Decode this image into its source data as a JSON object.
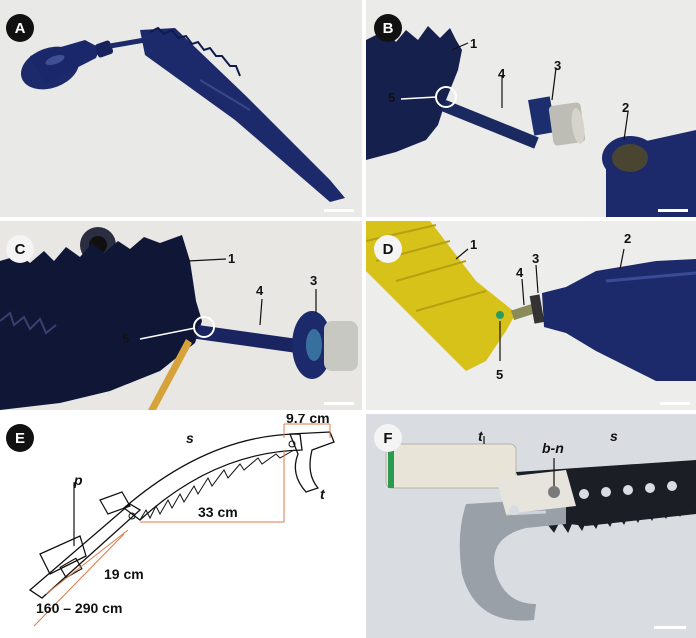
{
  "panels": {
    "A": {
      "letter": "A"
    },
    "B": {
      "letter": "B",
      "callouts": [
        "1",
        "2",
        "3",
        "4",
        "5"
      ]
    },
    "C": {
      "letter": "C",
      "callouts": [
        "1",
        "3",
        "4",
        "5"
      ]
    },
    "D": {
      "letter": "D",
      "callouts": [
        "1",
        "2",
        "3",
        "4",
        "5"
      ]
    },
    "E": {
      "letter": "E",
      "parts": [
        "s",
        "p",
        "t"
      ],
      "measurements": [
        "9.7 cm",
        "33 cm",
        "19 cm",
        "160 – 290 cm"
      ]
    },
    "F": {
      "letter": "F",
      "parts": [
        "t",
        "b-n",
        "s"
      ]
    }
  },
  "colors": {
    "navy_paint": "#1c2a6b",
    "yellow_paint": "#d7c21a",
    "measure_line": "#e07a4a",
    "blade_metal": "#9aa0a8"
  }
}
